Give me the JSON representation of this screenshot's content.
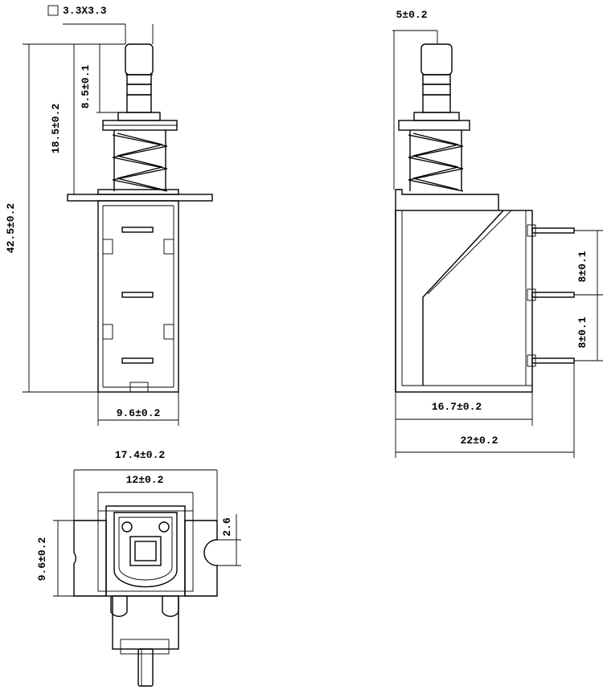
{
  "labels": {
    "pin_size": "3.3X3.3",
    "total_height": "42.5±0.2",
    "stem_height": "18.5±0.2",
    "cap_height": "8.5±0.1",
    "body_width_front": "9.6±0.2",
    "side_stem_width": "5±0.2",
    "pin_pitch_upper": "8±0.1",
    "pin_pitch_lower": "8±0.1",
    "body_depth": "16.7±0.2",
    "overall_depth": "22±0.2",
    "flange_width": "17.4±0.2",
    "mount_width": "12±0.2",
    "body_width_bottom": "9.6±0.2",
    "slot_width": "2.6"
  }
}
